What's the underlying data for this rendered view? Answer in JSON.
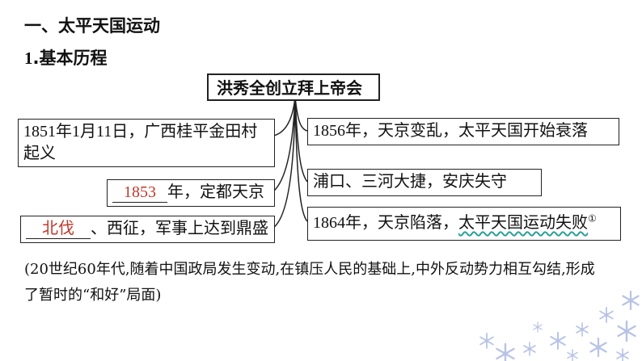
{
  "section": {
    "heading": "一、太平天国运动",
    "subheading_num": "1",
    "subheading_text": ".基本历程"
  },
  "diagram": {
    "center": "洪秀全创立拜上帝会",
    "left": {
      "item1": "1851年1月11日，广西桂平金田村起义",
      "item1_line1": "1851年1月11日，广西桂平金田村",
      "item1_line2": "起义",
      "item2_answer": "1853",
      "item2_suffix": "年，定都天京",
      "item3_answer": "北伐",
      "item3_suffix": "、西征，军事上达到鼎盛"
    },
    "right": {
      "item1": "1856年，天京变乱，太平天国开始衰落",
      "item2": "浦口、三河大捷，安庆失守",
      "item3_prefix": "1864年，天京陷落，",
      "item3_underlined": "太平天国运动失败",
      "item3_footnote": "①"
    }
  },
  "note": {
    "text": "(20世纪60年代,随着中国政局发生变动,在镇压人民的基础上,中外反动势力相互勾结,形成了暂时的“和好”局面)"
  },
  "colors": {
    "answer_red": "#c0392b",
    "wavy_underline": "#2aa198",
    "snowflake": "#b8c3e6"
  }
}
